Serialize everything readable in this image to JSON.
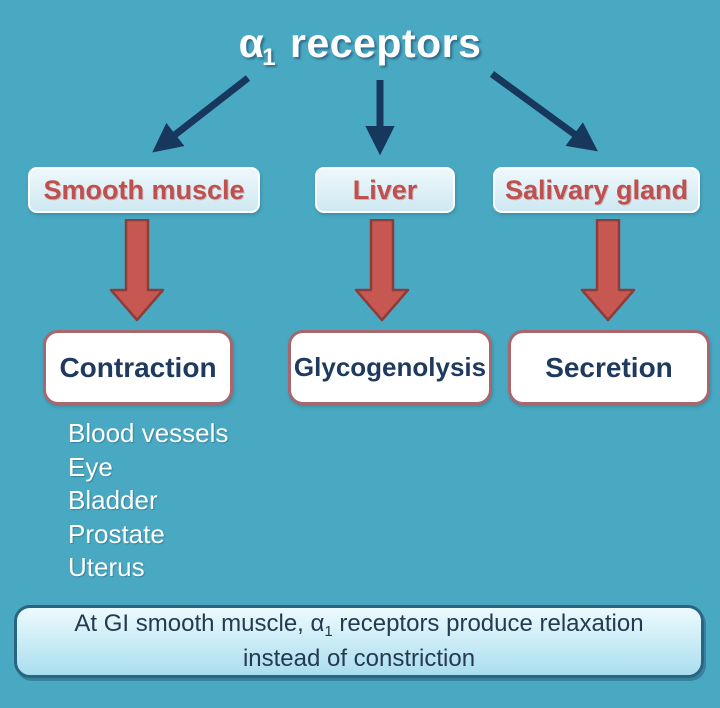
{
  "colors": {
    "background": "#49a9c2",
    "navy_arrow": "#17375d",
    "red_arrow_fill": "#c75751",
    "red_arrow_border": "#8e3c39",
    "tissue_text": "#c0504d",
    "tissue_fill": "#d6ecf4",
    "effect_text": "#1f3a5f",
    "effect_border": "#a8666d",
    "note_border": "#2a6580",
    "note_text": "#243a50"
  },
  "title": {
    "alpha": "α",
    "subscript": "1",
    "rest": " receptors"
  },
  "tissues": [
    {
      "label": "Smooth muscle"
    },
    {
      "label": "Liver"
    },
    {
      "label": "Salivary gland"
    }
  ],
  "effects": [
    {
      "label": "Contraction"
    },
    {
      "label": "Glycogenolysis"
    },
    {
      "label": "Secretion"
    }
  ],
  "smooth_muscle_sites": [
    "Blood vessels",
    "Eye",
    "Bladder",
    "Prostate",
    "Uterus"
  ],
  "note": {
    "part1": "At GI smooth muscle, α",
    "subscript": "1",
    "part2": " receptors produce relaxation",
    "line2": "instead of constriction"
  }
}
